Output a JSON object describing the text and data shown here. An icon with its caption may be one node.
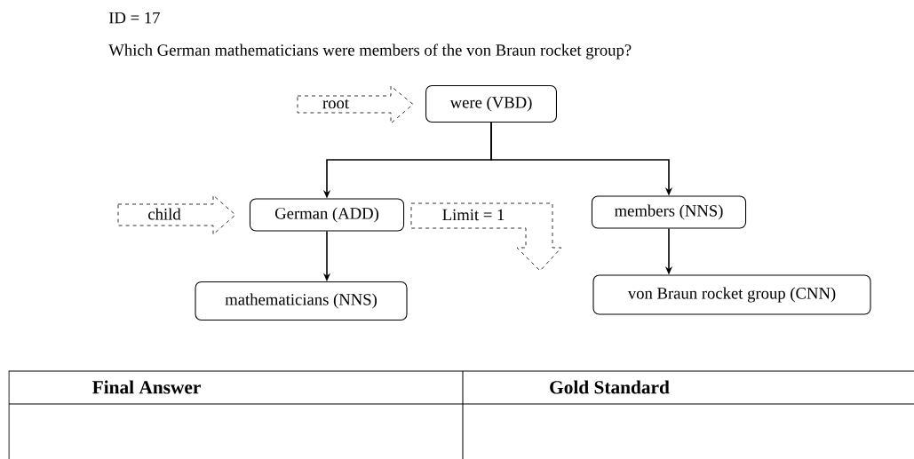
{
  "diagram": {
    "nodes": [
      {
        "text": [
          "root"
        ]
      },
      {
        "text": [
          "were (VBD)"
        ]
      },
      {
        "text": [
          "child"
        ]
      },
      {
        "text": [
          "German (ADD)"
        ]
      },
      {
        "text": [
          "Limit = 1"
        ]
      },
      {
        "text": [
          "members (NNS)"
        ]
      },
      {
        "text": [
          "mathematicians (NNS)"
        ]
      },
      {
        "text": [
          "von Braun rocket group (CNN)"
        ]
      }
    ],
    "edges": [
      {
        "from": 1,
        "to": 3,
        "arrow": "to"
      },
      {
        "from": 1,
        "to": 5,
        "arrow": "to"
      },
      {
        "from": 3,
        "to": 6,
        "arrow": "to"
      },
      {
        "from": 5,
        "to": 7,
        "arrow": "to"
      }
    ],
    "labels": [
      "ID = 17",
      "Which German mathematicians were members of the von Braun rocket group?",
      "Final Answer",
      "Gold Standard"
    ]
  }
}
